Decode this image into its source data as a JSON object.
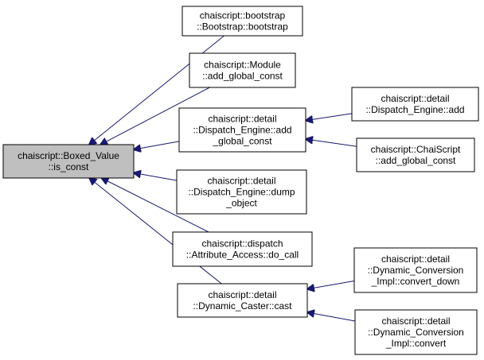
{
  "graph": {
    "nodes": [
      {
        "id": "root",
        "lines": [
          "chaiscript::Boxed_Value",
          "::is_const"
        ],
        "root": true
      },
      {
        "id": "bootstrap",
        "lines": [
          "chaiscript::bootstrap",
          "::Bootstrap::bootstrap"
        ]
      },
      {
        "id": "module_add_global_const",
        "lines": [
          "chaiscript::Module",
          "::add_global_const"
        ]
      },
      {
        "id": "dispatch_engine_add_global_const",
        "lines": [
          "chaiscript::detail",
          "::Dispatch_Engine::add",
          "_global_const"
        ]
      },
      {
        "id": "dispatch_engine_dump_object",
        "lines": [
          "chaiscript::detail",
          "::Dispatch_Engine::dump",
          "_object"
        ]
      },
      {
        "id": "attribute_access_do_call",
        "lines": [
          "chaiscript::dispatch",
          "::Attribute_Access::do_call"
        ]
      },
      {
        "id": "dynamic_caster_cast",
        "lines": [
          "chaiscript::detail",
          "::Dynamic_Caster::cast"
        ]
      },
      {
        "id": "dispatch_engine_add",
        "lines": [
          "chaiscript::detail",
          "::Dispatch_Engine::add"
        ]
      },
      {
        "id": "chaiscript_add_global_const",
        "lines": [
          "chaiscript::ChaiScript",
          "::add_global_const"
        ]
      },
      {
        "id": "dynamic_conversion_convert_down",
        "lines": [
          "chaiscript::detail",
          "::Dynamic_Conversion",
          "_Impl::convert_down"
        ]
      },
      {
        "id": "dynamic_conversion_convert",
        "lines": [
          "chaiscript::detail",
          "::Dynamic_Conversion",
          "_Impl::convert"
        ]
      }
    ],
    "edges": [
      {
        "from": "bootstrap",
        "to": "root"
      },
      {
        "from": "module_add_global_const",
        "to": "root"
      },
      {
        "from": "dispatch_engine_add_global_const",
        "to": "root"
      },
      {
        "from": "dispatch_engine_dump_object",
        "to": "root"
      },
      {
        "from": "attribute_access_do_call",
        "to": "root"
      },
      {
        "from": "dynamic_caster_cast",
        "to": "root"
      },
      {
        "from": "dispatch_engine_add",
        "to": "dispatch_engine_add_global_const"
      },
      {
        "from": "chaiscript_add_global_const",
        "to": "dispatch_engine_add_global_const"
      },
      {
        "from": "dynamic_conversion_convert_down",
        "to": "dynamic_caster_cast"
      },
      {
        "from": "dynamic_conversion_convert",
        "to": "dynamic_caster_cast"
      }
    ],
    "colors": {
      "edge": "#191970",
      "root_fill": "#bfbfbf",
      "node_fill": "#ffffff",
      "border": "#000000"
    }
  }
}
